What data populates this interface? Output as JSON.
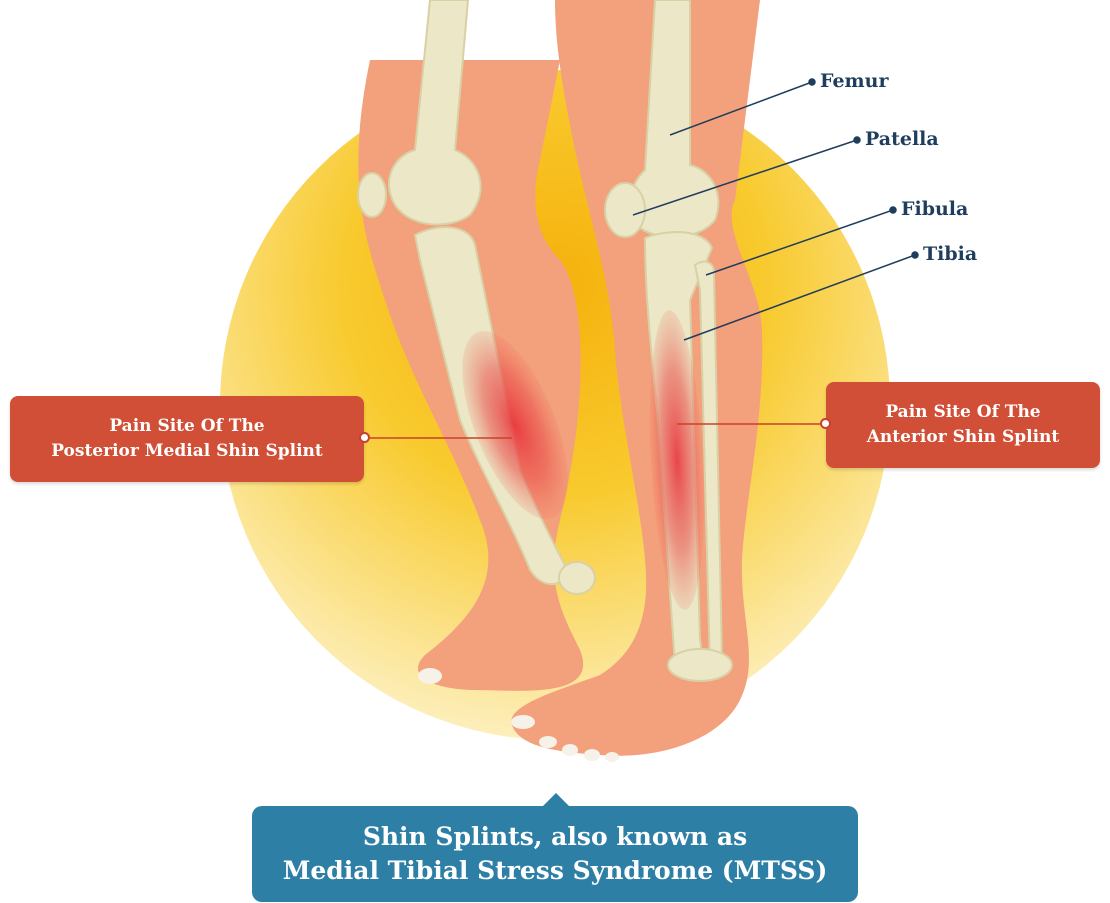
{
  "bone_labels": {
    "femur": "Femur",
    "patella": "Patella",
    "fibula": "Fibula",
    "tibia": "Tibia"
  },
  "pain_sites": {
    "posterior": {
      "line1": "Pain Site Of The",
      "line2": "Posterior Medial Shin Splint"
    },
    "anterior": {
      "line1": "Pain Site Of The",
      "line2": "Anterior Shin Splint"
    }
  },
  "title": {
    "line1": "Shin Splints, also known as",
    "line2": "Medial Tibial Stress Syndrome (MTSS)"
  },
  "colors": {
    "sun": "#f7c318",
    "skin": "#f3a07c",
    "bone": "#ece7c6",
    "pain_box": "#d24f37",
    "title_box": "#2e7fa6",
    "label_text": "#1f3d5c"
  }
}
